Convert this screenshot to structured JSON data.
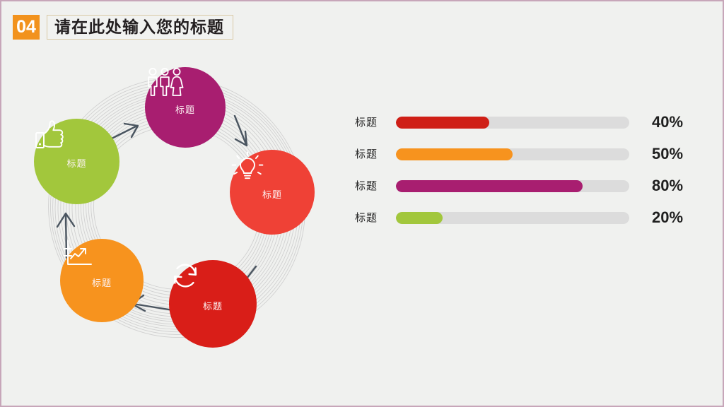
{
  "header": {
    "number_badge": "04",
    "title": "请在此处输入您的标题",
    "badge_color": "#f2921d",
    "title_border_color": "#d9c9a6"
  },
  "theme": {
    "background": "#f0f1ef",
    "slide_border": "#c7a6b9",
    "track_color": "#dcdcdc",
    "arrow_color": "#4a5560",
    "swirl_color": "#cfcfcf"
  },
  "cycle": {
    "nodes": [
      {
        "label": "标题",
        "icon": "people-group-icon",
        "color": "#a81e70"
      },
      {
        "label": "标题",
        "icon": "lightbulb-icon",
        "color": "#ef4136"
      },
      {
        "label": "标题",
        "icon": "refresh-cycle-icon",
        "color": "#d91e18"
      },
      {
        "label": "标题",
        "icon": "growth-chart-icon",
        "color": "#f7931e"
      },
      {
        "label": "标题",
        "icon": "thumbs-up-icon",
        "color": "#a2c73c"
      }
    ],
    "arrows": [
      "arrow-green-to-magenta",
      "arrow-magenta-to-red",
      "arrow-red-to-crimson",
      "arrow-crimson-to-orange",
      "arrow-orange-to-green"
    ]
  },
  "chart_data": {
    "type": "bar",
    "title": "",
    "xlabel": "",
    "ylabel": "",
    "categories": [
      "标题",
      "标题",
      "标题",
      "标题"
    ],
    "values": [
      40,
      50,
      80,
      20
    ],
    "value_labels": [
      "40%",
      "50%",
      "80%",
      "20%"
    ],
    "colors": [
      "#cf1f16",
      "#f7931e",
      "#a81e70",
      "#a2c73c"
    ],
    "xlim": [
      0,
      100
    ],
    "grid": false,
    "legend": false
  },
  "bars": [
    {
      "label": "标题",
      "value": 40,
      "value_label": "40%",
      "color": "#cf1f16"
    },
    {
      "label": "标题",
      "value": 50,
      "value_label": "50%",
      "color": "#f7931e"
    },
    {
      "label": "标题",
      "value": 80,
      "value_label": "80%",
      "color": "#a81e70"
    },
    {
      "label": "标题",
      "value": 20,
      "value_label": "20%",
      "color": "#a2c73c"
    }
  ]
}
